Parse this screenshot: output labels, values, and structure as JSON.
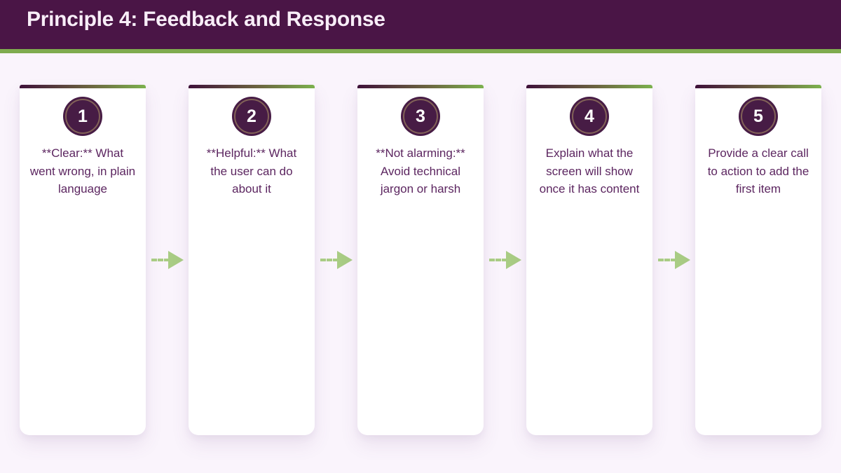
{
  "header": {
    "title": "Principle 4: Feedback and Response"
  },
  "cards": [
    {
      "number": "1",
      "text": "**Clear:** What went wrong, in plain language"
    },
    {
      "number": "2",
      "text": "**Helpful:** What the user can do about it"
    },
    {
      "number": "3",
      "text": "**Not alarming:** Avoid technical jargon or harsh"
    },
    {
      "number": "4",
      "text": "Explain what the screen will show once it has content"
    },
    {
      "number": "5",
      "text": "Provide a clear call to action to add the first item"
    }
  ],
  "colors": {
    "header_background": "#4a1546",
    "accent_green": "#7fab4f",
    "arrow_green": "#a9cc84",
    "circle_purple": "#471c45",
    "circle_ring_olive": "#b29c68",
    "text_purple": "#5c2660",
    "page_background": "#faf4fc",
    "card_background": "#ffffff"
  }
}
